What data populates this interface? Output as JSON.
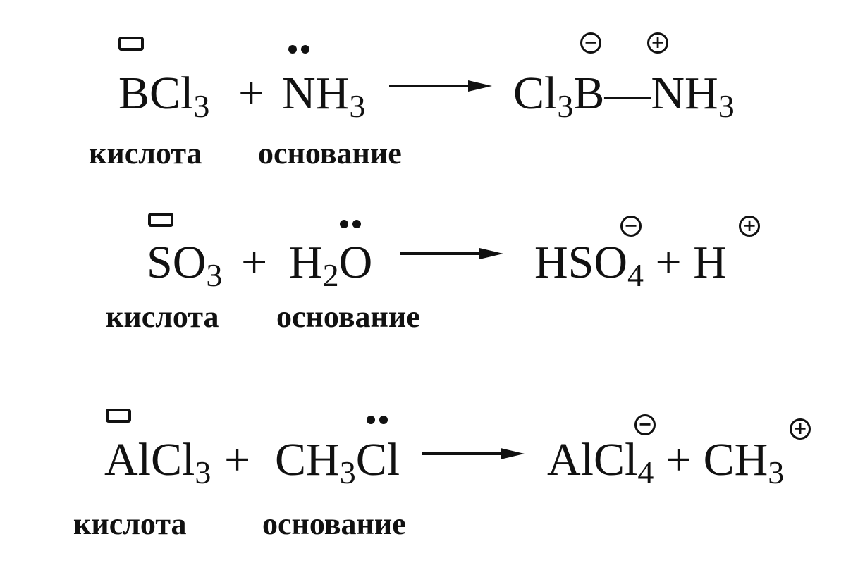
{
  "reactions": [
    {
      "acid": {
        "el": "BCl",
        "sub": "3"
      },
      "plus": "+",
      "base": {
        "el": "NH",
        "sub": "3"
      },
      "product": {
        "a": "Cl",
        "a_sub": "3",
        "b": "B—NH",
        "b_sub": "3"
      },
      "acid_label": "кислота",
      "base_label": "основание",
      "charges": [
        "⊖",
        "⊕"
      ]
    },
    {
      "acid": {
        "el": "SO",
        "sub": "3"
      },
      "plus": "+",
      "base": {
        "a": "H",
        "a_sub": "2",
        "b": "O"
      },
      "product": {
        "a": "HSO",
        "a_sub": "4",
        "plus": "+",
        "b": "H"
      },
      "acid_label": "кислота",
      "base_label": "основание",
      "charges": [
        "⊖",
        "⊕"
      ]
    },
    {
      "acid": {
        "el": "AlCl",
        "sub": "3"
      },
      "plus": "+",
      "base": {
        "a": "CH",
        "a_sub": "3",
        "b": "Cl"
      },
      "product": {
        "a": "AlCl",
        "a_sub": "4",
        "plus": "+",
        "b": "CH",
        "b_sub": "3"
      },
      "acid_label": "кислота",
      "base_label": "основание",
      "charges": [
        "⊖",
        "⊕"
      ]
    }
  ]
}
